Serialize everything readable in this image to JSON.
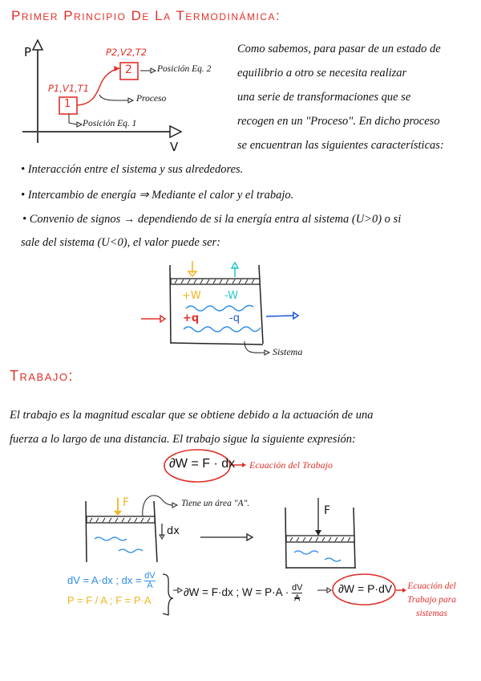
{
  "section1": {
    "title": "Primer Principio De La Termodinámica:",
    "diagram": {
      "y_axis": "P",
      "x_axis": "V",
      "state1_label": "P1,V1,T1",
      "state1_box": "1",
      "state2_label": "P2,V2,T2",
      "state2_box": "2",
      "state2_note": "Posición Eq. 2",
      "process_note": "Proceso",
      "state1_note": "Posición Eq. 1"
    },
    "intro_lines": [
      "Como sabemos, para pasar de un estado de",
      "equilibrio a otro se necesita realizar",
      "una serie de transformaciones que se",
      "recogen en un \"Proceso\". En dicho proceso",
      "se encuentran las siguientes características:"
    ],
    "bullets": [
      "Interacción entre el sistema y sus alrededores.",
      "Intercambio de energía ⇒ Mediante el calor y el trabajo.",
      "Convenio de signos → dependiendo de si la energía entra al sistema (U>0) o si"
    ],
    "bullet3_continuation": "sale del sistema (U<0), el valor puede ser:",
    "system_diagram": {
      "plus_w": "+W",
      "minus_w": "-W",
      "plus_q": "+q",
      "minus_q": "-q",
      "label": "Sistema"
    }
  },
  "section2": {
    "title": "Trabajo:",
    "paragraph_lines": [
      "El trabajo es la magnitud escalar que se obtiene debido a la actuación de una",
      "fuerza a lo largo de una distancia. El trabajo sigue la siguiente expresión:"
    ],
    "main_equation": "∂W = F · dx",
    "main_equation_label": "Ecuación del Trabajo",
    "piston": {
      "force_label": "F",
      "area_note": "Tiene un área \"A\".",
      "dx_label": "dx",
      "force_label_right": "F"
    },
    "derivation": {
      "blue_line_a": "dV = A·dx ; dx =",
      "blue_frac_num": "dV",
      "blue_frac_den": "A",
      "yellow_line": "P = F / A ; F = P·A",
      "middle": "∂W = F·dx ; W = P·A ·",
      "middle_frac_num": "dV",
      "middle_frac_den": "A",
      "result": "∂W = P·dV",
      "result_label_lines": [
        "Ecuación del",
        "Trabajo para",
        "sistemas"
      ]
    }
  },
  "colors": {
    "red": "#e0302a",
    "blue": "#2a8be8",
    "yellow": "#f2b522",
    "cyan": "#26c6c6",
    "dark_blue": "#1d55d8"
  }
}
